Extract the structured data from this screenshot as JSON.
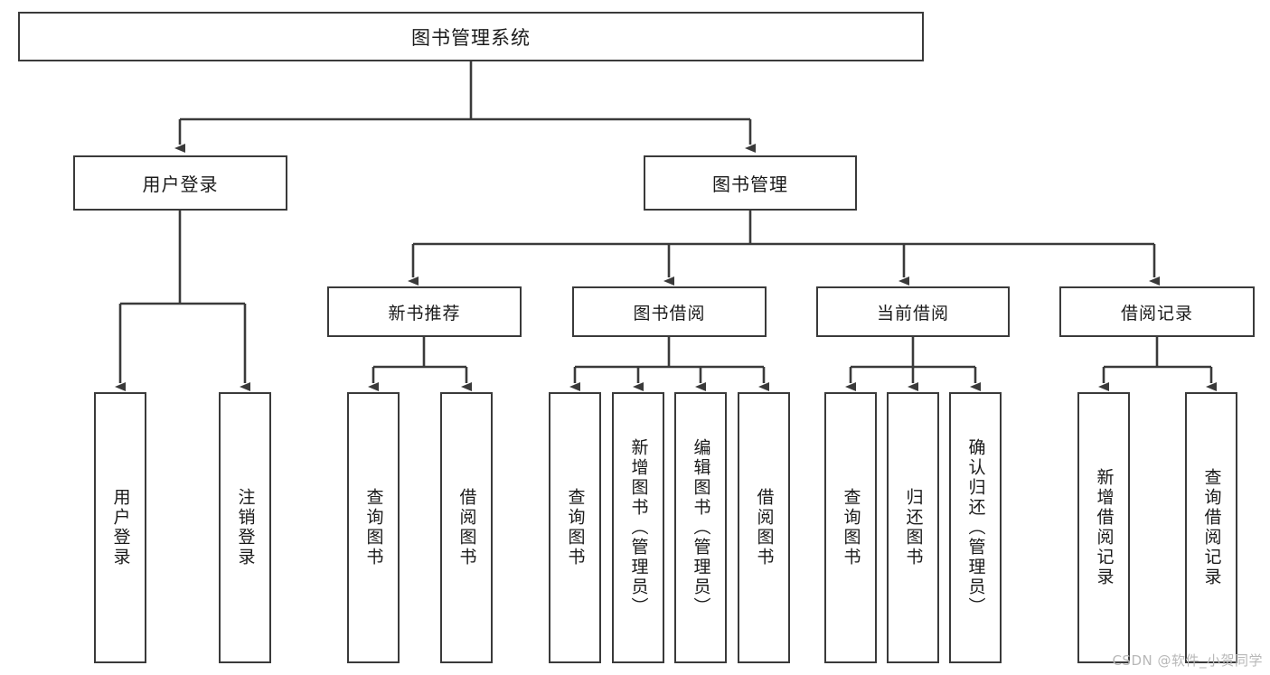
{
  "diagram": {
    "title": "图书管理系统",
    "root": {
      "label": "图书管理系统"
    },
    "level2": [
      {
        "label": "用户登录"
      },
      {
        "label": "图书管理"
      }
    ],
    "level3": [
      {
        "label": "新书推荐"
      },
      {
        "label": "图书借阅"
      },
      {
        "label": "当前借阅"
      },
      {
        "label": "借阅记录"
      }
    ],
    "leaves": {
      "user_login": [
        {
          "label": "用户登录"
        },
        {
          "label": "注销登录"
        }
      ],
      "new_book_recommend": [
        {
          "label": "查询图书"
        },
        {
          "label": "借阅图书"
        }
      ],
      "book_borrow": [
        {
          "label": "查询图书"
        },
        {
          "label": "新增图书（管理员）"
        },
        {
          "label": "编辑图书（管理员）"
        },
        {
          "label": "借阅图书"
        }
      ],
      "current_borrow": [
        {
          "label": "查询图书"
        },
        {
          "label": "归还图书"
        },
        {
          "label": "确认归还（管理员）"
        }
      ],
      "borrow_record": [
        {
          "label": "新增借阅记录"
        },
        {
          "label": "查询借阅记录"
        }
      ]
    },
    "watermark": "CSDN @软件_小贺同学",
    "colors": {
      "stroke": "#3a3a3a",
      "background": "#ffffff",
      "text": "#1a1a1a",
      "watermark": "#b8b8b8"
    }
  }
}
